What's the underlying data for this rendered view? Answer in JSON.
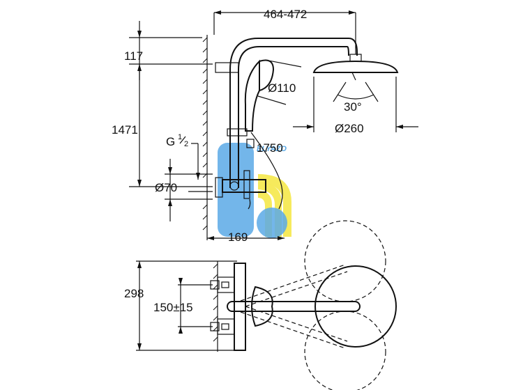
{
  "dimensions": {
    "arm_length": "464-472",
    "top_offset": "117",
    "height": "1471",
    "thread_label": "G",
    "thread_num": "1",
    "thread_den": "2",
    "hand_shower_diam": "Ø110",
    "angle": "30°",
    "head_diam": "Ø260",
    "hose_length": "1750",
    "connector_diam": "Ø70",
    "wall_depth": "169",
    "depth_total": "298",
    "center_distance": "150±15"
  },
  "watermark": {
    "text": "ELYAZO",
    "color_blue": "#5aa9e6",
    "color_yellow": "#f5e84a"
  }
}
